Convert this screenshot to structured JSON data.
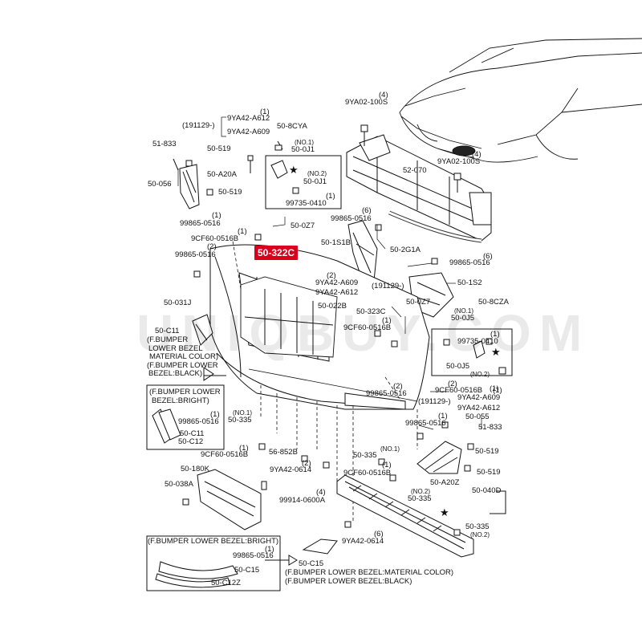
{
  "highlight": "50-322C",
  "watermark": "UNIQBUY.COM",
  "star": "★",
  "labels": [
    {
      "id": "l001",
      "text": "(1)"
    },
    {
      "id": "l002",
      "text": "9YA42-A612"
    },
    {
      "id": "l003",
      "text": "(191129-)"
    },
    {
      "id": "l004",
      "text": "9YA42-A609"
    },
    {
      "id": "l005",
      "text": "50-8CYA"
    },
    {
      "id": "l006",
      "text": "(NO.1)"
    },
    {
      "id": "l007",
      "text": "50-0J1"
    },
    {
      "id": "l008",
      "text": "51-833"
    },
    {
      "id": "l009",
      "text": "50-519"
    },
    {
      "id": "l010",
      "text": "50-A20A"
    },
    {
      "id": "l011",
      "text": "50-056"
    },
    {
      "id": "l012",
      "text": "50-519"
    },
    {
      "id": "l013",
      "text": "(1)"
    },
    {
      "id": "l014",
      "text": "99865-0516"
    },
    {
      "id": "l015",
      "text": "(NO.2)"
    },
    {
      "id": "l016",
      "text": "50-0J1"
    },
    {
      "id": "l017",
      "text": "(1)"
    },
    {
      "id": "l018",
      "text": "99735-0410"
    },
    {
      "id": "l019",
      "text": "(4)"
    },
    {
      "id": "l020",
      "text": "9YA02-100S"
    },
    {
      "id": "l021",
      "text": "(4)"
    },
    {
      "id": "l022",
      "text": "9YA02-100S"
    },
    {
      "id": "l023",
      "text": "52-070"
    },
    {
      "id": "l024",
      "text": "(6)"
    },
    {
      "id": "l025",
      "text": "99865-0516"
    },
    {
      "id": "l026",
      "text": "50-0Z7"
    },
    {
      "id": "l027",
      "text": "(1)"
    },
    {
      "id": "l028",
      "text": "9CF60-0516B"
    },
    {
      "id": "l029",
      "text": "(2)"
    },
    {
      "id": "l030",
      "text": "99865-0516"
    },
    {
      "id": "l031",
      "text": "50-1S1B"
    },
    {
      "id": "l032",
      "text": "50-2G1A"
    },
    {
      "id": "l033",
      "text": "(6)"
    },
    {
      "id": "l034",
      "text": "99865-0516"
    },
    {
      "id": "l035",
      "text": "50-1S2"
    },
    {
      "id": "l036",
      "text": "(2)"
    },
    {
      "id": "l037",
      "text": "9YA42-A609"
    },
    {
      "id": "l038",
      "text": "(191129-)"
    },
    {
      "id": "l039",
      "text": "9YA42-A612"
    },
    {
      "id": "l040",
      "text": "50-031J"
    },
    {
      "id": "l041",
      "text": "50-022B"
    },
    {
      "id": "l042",
      "text": "50-323C"
    },
    {
      "id": "l043",
      "text": "50-0Z7"
    },
    {
      "id": "l044",
      "text": "50-8CZA"
    },
    {
      "id": "l045",
      "text": "(NO.1)"
    },
    {
      "id": "l046",
      "text": "50-0J5"
    },
    {
      "id": "l047",
      "text": "(1)"
    },
    {
      "id": "l048",
      "text": "9CF60-0516B"
    },
    {
      "id": "l049",
      "text": "50-C11"
    },
    {
      "id": "l050",
      "text": "(F.BUMPER"
    },
    {
      "id": "l051",
      "text": "LOWER BEZEL"
    },
    {
      "id": "l052",
      "text": "MATERIAL COLOR)"
    },
    {
      "id": "l053",
      "text": "(F.BUMPER LOWER"
    },
    {
      "id": "l054",
      "text": "BEZEL:BLACK)"
    },
    {
      "id": "l055",
      "text": "(1)"
    },
    {
      "id": "l056",
      "text": "99735-0410"
    },
    {
      "id": "l057",
      "text": "50-0J5"
    },
    {
      "id": "l058",
      "text": "(NO.2)"
    },
    {
      "id": "l059",
      "text": "(1)"
    },
    {
      "id": "l060",
      "text": "(F.BUMPER LOWER"
    },
    {
      "id": "l061",
      "text": "BEZEL:BRIGHT)"
    },
    {
      "id": "l062",
      "text": "(1)"
    },
    {
      "id": "l063",
      "text": "99865-0516"
    },
    {
      "id": "l064",
      "text": "50-C11"
    },
    {
      "id": "l065",
      "text": "50-C12"
    },
    {
      "id": "l066",
      "text": "(NO.1)"
    },
    {
      "id": "l067",
      "text": "50-335"
    },
    {
      "id": "l068",
      "text": "(2)"
    },
    {
      "id": "l069",
      "text": "99865-0516"
    },
    {
      "id": "l070",
      "text": "(2)"
    },
    {
      "id": "l071",
      "text": "9CF60-0516B"
    },
    {
      "id": "l072",
      "text": "(1)"
    },
    {
      "id": "l073",
      "text": "9YA42-A609"
    },
    {
      "id": "l074",
      "text": "(191129-)"
    },
    {
      "id": "l075",
      "text": "9YA42-A612"
    },
    {
      "id": "l076",
      "text": "(1)"
    },
    {
      "id": "l077",
      "text": "99865-0516"
    },
    {
      "id": "l078",
      "text": "50-055"
    },
    {
      "id": "l079",
      "text": "51-833"
    },
    {
      "id": "l080",
      "text": "(1)"
    },
    {
      "id": "l081",
      "text": "9CF60-0516B"
    },
    {
      "id": "l082",
      "text": "56-852B"
    },
    {
      "id": "l083",
      "text": "(2)"
    },
    {
      "id": "l084",
      "text": "9YA42-0614"
    },
    {
      "id": "l085",
      "text": "50-519"
    },
    {
      "id": "l086",
      "text": "(NO.1)"
    },
    {
      "id": "l087",
      "text": "50-335"
    },
    {
      "id": "l088",
      "text": "(1)"
    },
    {
      "id": "l089",
      "text": "9CF60-0516B"
    },
    {
      "id": "l090",
      "text": "50-519"
    },
    {
      "id": "l091",
      "text": "50-A20Z"
    },
    {
      "id": "l092",
      "text": "50-180K"
    },
    {
      "id": "l093",
      "text": "50-038A"
    },
    {
      "id": "l094",
      "text": "(4)"
    },
    {
      "id": "l095",
      "text": "99914-0600A"
    },
    {
      "id": "l096",
      "text": "(NO.2)"
    },
    {
      "id": "l097",
      "text": "50-335"
    },
    {
      "id": "l098",
      "text": "50-040D"
    },
    {
      "id": "l099",
      "text": "50-335"
    },
    {
      "id": "l100",
      "text": "(NO.2)"
    },
    {
      "id": "l101",
      "text": "(F.BUMPER LOWER BEZEL:BRIGHT)"
    },
    {
      "id": "l102",
      "text": "(1)"
    },
    {
      "id": "l103",
      "text": "99865-0516"
    },
    {
      "id": "l104",
      "text": "50-C15"
    },
    {
      "id": "l105",
      "text": "50-C12Z"
    },
    {
      "id": "l106",
      "text": "(6)"
    },
    {
      "id": "l107",
      "text": "9YA42-0614"
    },
    {
      "id": "l108",
      "text": "50-C15"
    },
    {
      "id": "l109",
      "text": "(F.BUMPER LOWER BEZEL:MATERIAL COLOR)"
    },
    {
      "id": "l110",
      "text": "(F.BUMPER LOWER BEZEL:BLACK)"
    }
  ]
}
